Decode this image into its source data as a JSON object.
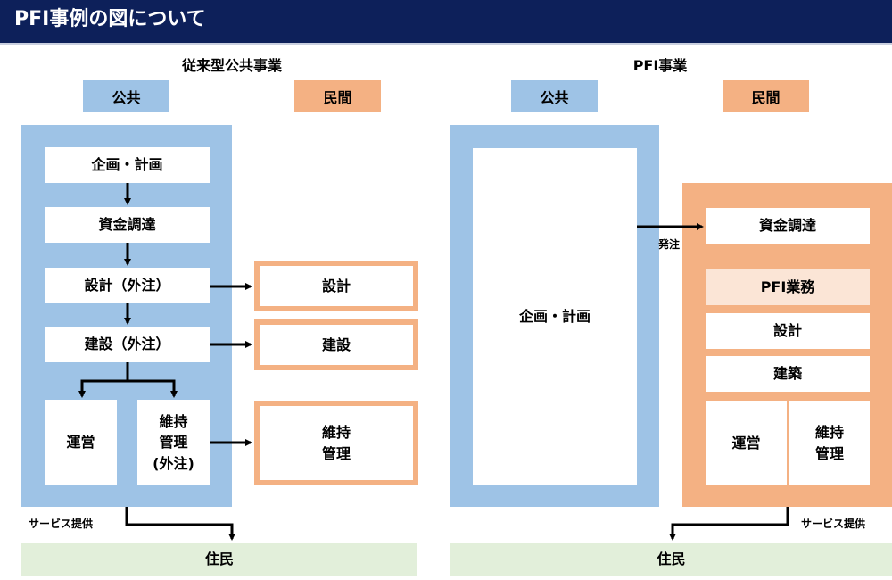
{
  "header": {
    "title": "PFI事例の図について"
  },
  "left": {
    "title": "従来型公共事業",
    "public_label": "公共",
    "private_label": "民間",
    "planning": "企画・計画",
    "funding": "資金調達",
    "design": "設計（外注）",
    "construction": "建設（外注）",
    "operation": "運営",
    "maintenance": "維持\n管理\n(外注)",
    "private_design": "設計",
    "private_construction": "建設",
    "private_maintenance": "維持\n管理",
    "service_label": "サービス提供",
    "residents": "住民"
  },
  "right": {
    "title": "PFI事業",
    "public_label": "公共",
    "private_label": "民間",
    "planning": "企画・計画",
    "order_label": "発注",
    "funding": "資金調達",
    "pfi_work": "PFI業務",
    "design": "設計",
    "construction": "建築",
    "operation": "運営",
    "maintenance": "維持\n管理",
    "service_label": "サービス提供",
    "residents": "住民"
  },
  "colors": {
    "header_bg": "#0d205a",
    "public_blue": "#9ec3e6",
    "private_orange": "#f4b183",
    "pfi_pale": "#fbe5d6",
    "residents_green": "#e2efda"
  }
}
